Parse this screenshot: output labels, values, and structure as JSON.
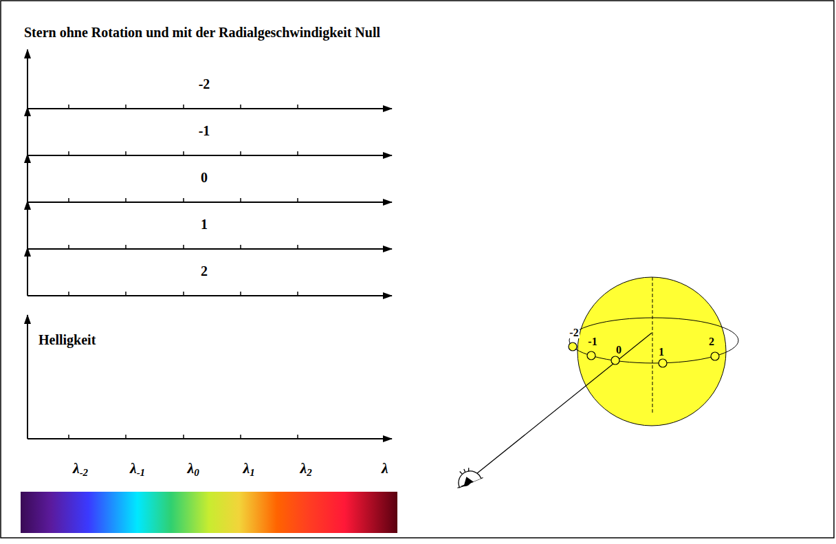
{
  "diagram": {
    "title": "Stern ohne Rotation und mit der Radialgeschwindigkeit Null",
    "labels": [
      "-2",
      "-1",
      "0",
      "1",
      "2",
      "Helligkeit",
      "λ-2",
      "λ-1",
      "λ0",
      "λ1",
      "λ2",
      "λ",
      "-2",
      "-1",
      "0",
      "1",
      "2"
    ]
  }
}
